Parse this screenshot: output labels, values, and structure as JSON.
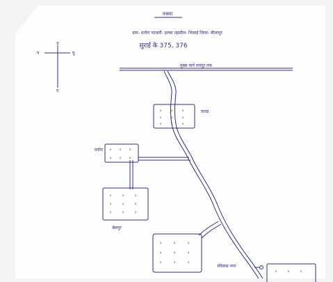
{
  "sheet": {
    "title": "नक्शा",
    "subtitle": "ग्राम- धनोरा  पटवारी- हल्का  तहसील- भिलाई  जिला- बीजापुर",
    "survey_no": "सुराई के 375, 376"
  },
  "compass": {
    "north": "उ",
    "south": "द",
    "east": "पू",
    "west": "प"
  },
  "road": {
    "label": "मुख्य मार्ग रायपुर तक"
  },
  "villages": [
    {
      "name": "दावड़"
    },
    {
      "name": "धनोरा"
    },
    {
      "name": "बेलपुर"
    },
    {
      "name": ""
    },
    {
      "name": "रविदास नगर"
    }
  ],
  "colors": {
    "ink": "#2a2f7a",
    "paper": "#fdfdfd",
    "background": "#f3f3f3"
  }
}
